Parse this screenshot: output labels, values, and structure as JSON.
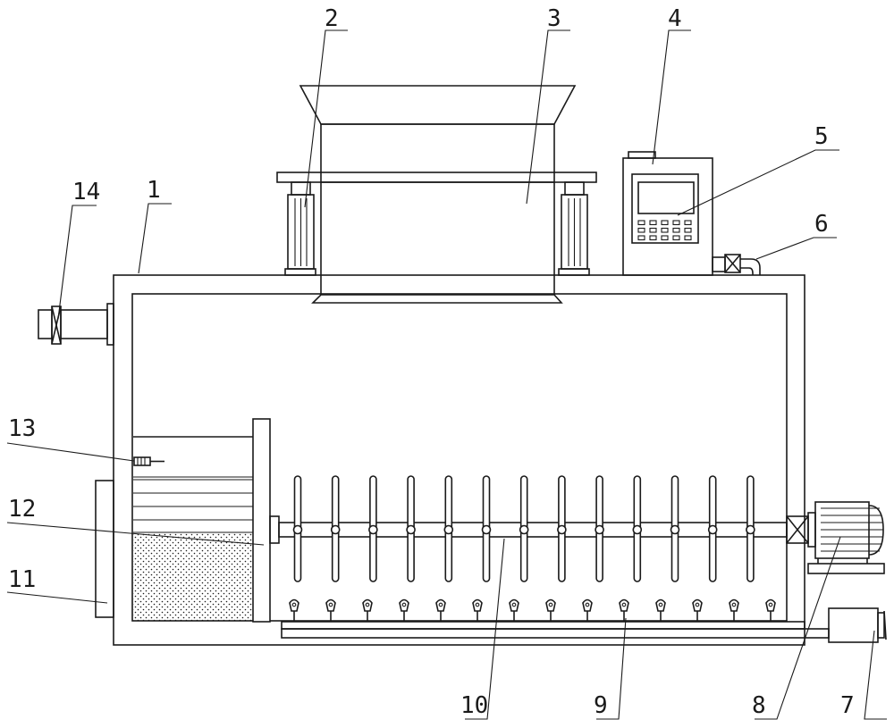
{
  "labels": [
    {
      "id": "1",
      "text": "1"
    },
    {
      "id": "2",
      "text": "2"
    },
    {
      "id": "3",
      "text": "3"
    },
    {
      "id": "4",
      "text": "4"
    },
    {
      "id": "5",
      "text": "5"
    },
    {
      "id": "6",
      "text": "6"
    },
    {
      "id": "7",
      "text": "7"
    },
    {
      "id": "8",
      "text": "8"
    },
    {
      "id": "9",
      "text": "9"
    },
    {
      "id": "10",
      "text": "10"
    },
    {
      "id": "11",
      "text": "11"
    },
    {
      "id": "12",
      "text": "12"
    },
    {
      "id": "13",
      "text": "13"
    },
    {
      "id": "14",
      "text": "14"
    }
  ]
}
